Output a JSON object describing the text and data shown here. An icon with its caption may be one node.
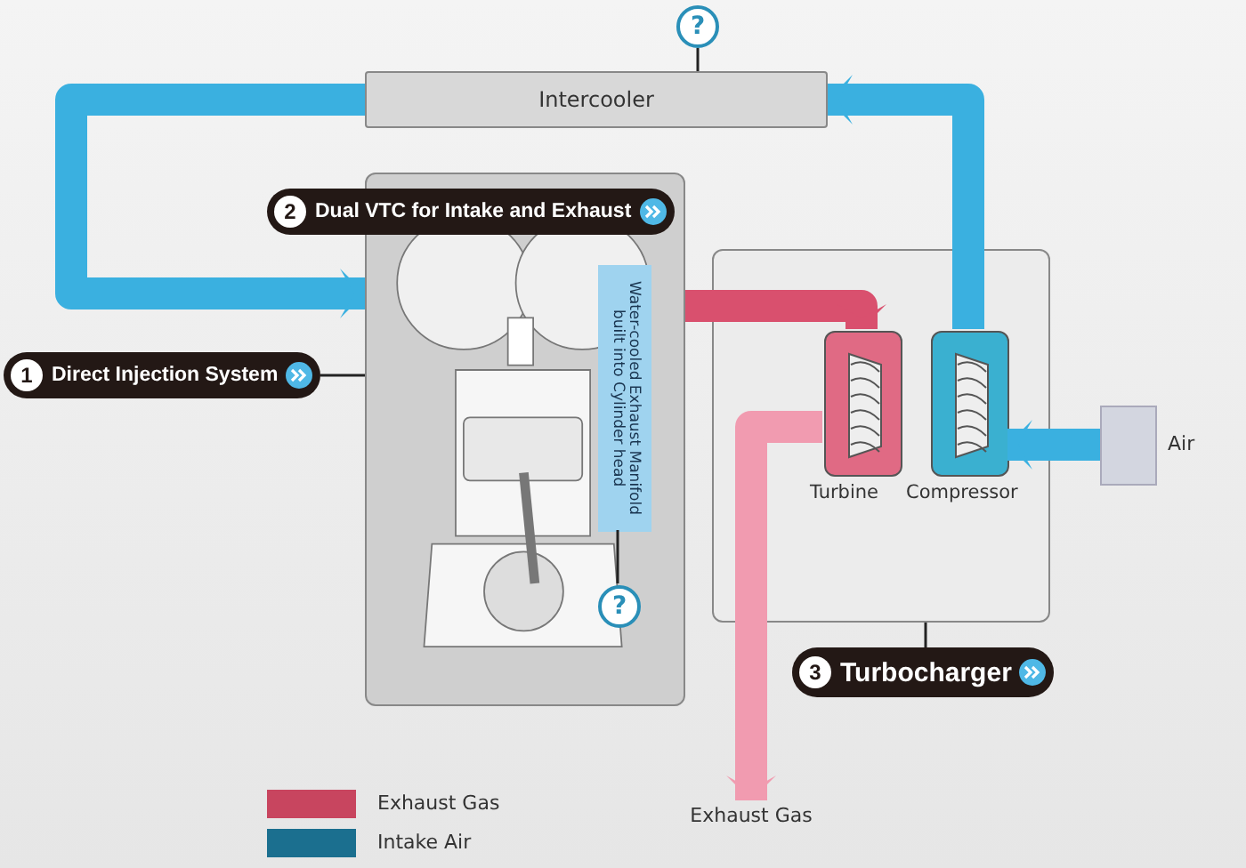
{
  "diagram": {
    "nodes": [
      {
        "text": [
          "Intercooler"
        ]
      },
      {
        "text": [
          "?"
        ]
      },
      {
        "text": [],
        "shape": "picture"
      },
      {
        "text": [
          "2",
          "Dual VTC for Intake and Exhaust"
        ]
      },
      {
        "text": [
          "1",
          "Direct Injection System"
        ]
      },
      {
        "text": [
          "Water-cooled Exhaust Manifold built into Cylinder head"
        ],
        "in": 2
      },
      {
        "text": [
          "?"
        ],
        "in": 2
      },
      {
        "text": [],
        "shape": "box"
      },
      {
        "text": [
          "Turbine"
        ],
        "in": 7
      },
      {
        "text": [
          "Compressor"
        ],
        "in": 7
      },
      {
        "text": [
          "3",
          "Turbocharger"
        ]
      },
      {
        "text": [],
        "shape": "box",
        "beside": [
          "Air"
        ]
      },
      {
        "text": [
          "Exhaust Gas"
        ]
      }
    ],
    "edges": [
      {
        "from": 11,
        "to": 9,
        "arrow": "to",
        "color": "#3ab0e0"
      },
      {
        "from": 9,
        "to": 0,
        "arrow": "to",
        "color": "#3ab0e0"
      },
      {
        "from": 0,
        "to": 2,
        "arrow": "to",
        "color": "#3ab0e0"
      },
      {
        "from": 2,
        "to": 8,
        "arrow": "to",
        "color": "#d9506e"
      },
      {
        "from": 8,
        "to": 12,
        "arrow": "to",
        "color": "#f19bb0"
      },
      {
        "from": 4,
        "to": 2,
        "arrow": "none"
      },
      {
        "from": 10,
        "to": 7,
        "arrow": "none"
      },
      {
        "from": 1,
        "to": 0,
        "arrow": "none"
      },
      {
        "from": 6,
        "to": 5,
        "arrow": "none"
      }
    ],
    "legend": [
      {
        "text": "Exhaust Gas",
        "color": "#c8455f"
      },
      {
        "text": "Intake Air",
        "color": "#1b6f8f"
      }
    ]
  }
}
